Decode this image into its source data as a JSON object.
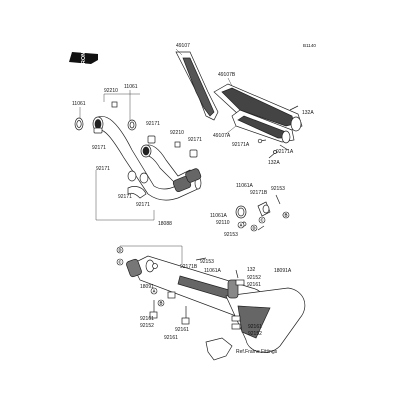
{
  "diagram_code": "B1140",
  "front_marker": "FRONT",
  "ref_note": "Ref.Frame Fittings",
  "callouts": [
    "A",
    "B",
    "C",
    "D"
  ],
  "labels": {
    "p49107": "49107",
    "p49107B": "49107B",
    "p49107A": "49107A",
    "p132A_1": "132A",
    "p132A_2": "132A",
    "p92171A_1": "92171A",
    "p92171A_2": "92171A",
    "p11061_L": "11061",
    "p11061_T": "11061",
    "p92210_1": "92210",
    "p92210_2": "92210",
    "p92171_1": "92171",
    "p92171_2": "92171",
    "p92171_3": "92171",
    "p92171_4": "92171",
    "p92171_5": "92171",
    "p11061A_1": "11061A",
    "p11061A_2": "11061A",
    "p92171B_1": "92171B",
    "p92110": "92110",
    "p92153_1": "92153",
    "p92153_2": "92153",
    "p18088": "18088",
    "p92153_3": "92153",
    "p92171B_2": "92171B",
    "p11061A_3": "11061A",
    "p18091": "18091",
    "p92161_1": "92161",
    "p92152_1": "92152",
    "p92161_2": "92161",
    "p92161_3": "92161",
    "p132": "132",
    "p92152_2": "92152",
    "p92161_4": "92161",
    "p18091A": "18091A",
    "p92161_5": "92161",
    "p92152_3": "92152"
  }
}
